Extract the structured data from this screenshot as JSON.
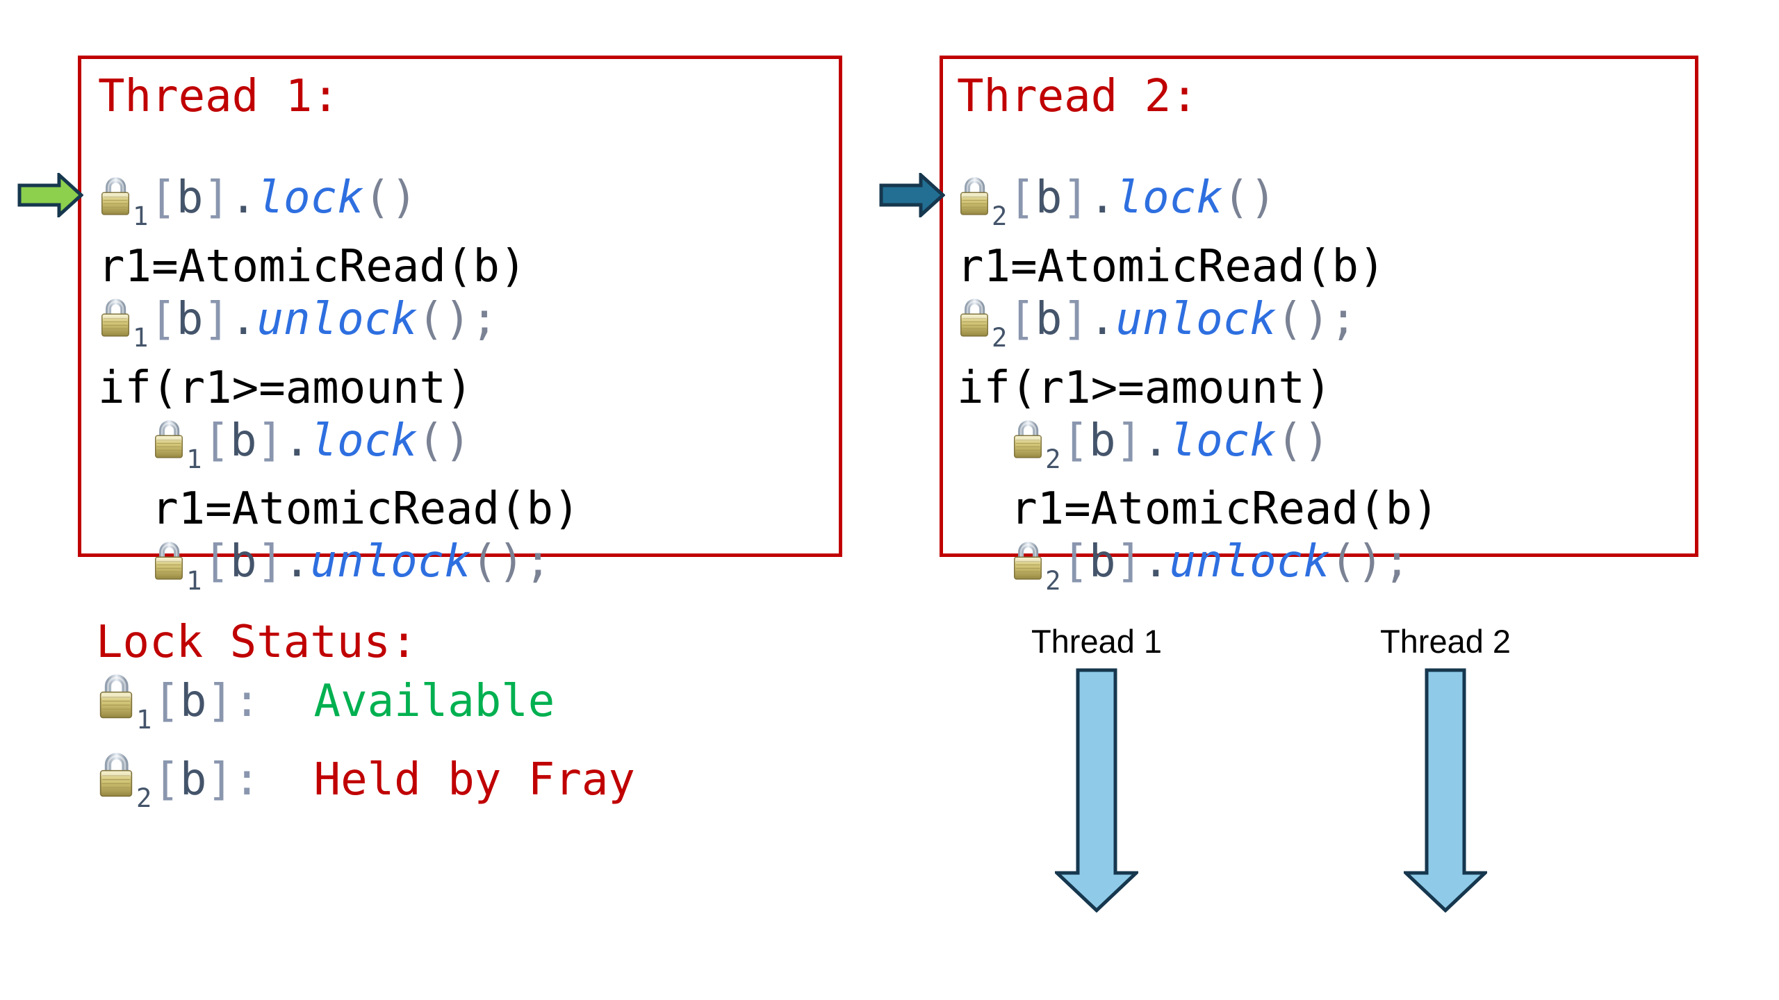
{
  "colors": {
    "box_border_red": "#C00000",
    "heading_red": "#C00000",
    "code_black": "#000000",
    "function_blue": "#2E6FE0",
    "bracket_slate": "#8A96AE",
    "variable_slate": "#44546A",
    "paren_gray": "#7A8294",
    "status_green": "#00B050",
    "status_red": "#C00000",
    "pointer_green_fill": "#8DD04D",
    "pointer_teal_fill": "#226F93",
    "timeline_arrow_blue": "#8FCBE8",
    "arrow_outline_navy": "#16374E",
    "lock_body_gold": "#CFC274",
    "lock_shackle_silver": "#C8D2DC"
  },
  "thread1": {
    "title": "Thread 1:",
    "lines": [
      [
        {
          "icon": "padlock",
          "sub": "1"
        },
        {
          "t": "[",
          "c": "br"
        },
        {
          "t": "b",
          "c": "va"
        },
        {
          "t": "]",
          "c": "br"
        },
        {
          "t": ".",
          "c": "va"
        },
        {
          "t": "lock",
          "c": "fn"
        },
        {
          "t": "()",
          "c": "pa"
        }
      ],
      [
        {
          "t": "r1=AtomicRead(b)",
          "c": "bk"
        }
      ],
      [
        {
          "icon": "padlock",
          "sub": "1"
        },
        {
          "t": "[",
          "c": "br"
        },
        {
          "t": "b",
          "c": "va"
        },
        {
          "t": "]",
          "c": "br"
        },
        {
          "t": ".",
          "c": "va"
        },
        {
          "t": "unlock",
          "c": "fn"
        },
        {
          "t": "();",
          "c": "pa"
        }
      ],
      [
        {
          "t": "if(r1>=amount)",
          "c": "bk"
        }
      ],
      [
        {
          "t": "  ",
          "c": "bk"
        },
        {
          "icon": "padlock",
          "sub": "1"
        },
        {
          "t": "[",
          "c": "br"
        },
        {
          "t": "b",
          "c": "va"
        },
        {
          "t": "]",
          "c": "br"
        },
        {
          "t": ".",
          "c": "va"
        },
        {
          "t": "lock",
          "c": "fn"
        },
        {
          "t": "()",
          "c": "pa"
        }
      ],
      [
        {
          "t": "  r1=AtomicRead(b)",
          "c": "bk"
        }
      ],
      [
        {
          "t": "  ",
          "c": "bk"
        },
        {
          "icon": "padlock",
          "sub": "1"
        },
        {
          "t": "[",
          "c": "br"
        },
        {
          "t": "b",
          "c": "va"
        },
        {
          "t": "]",
          "c": "br"
        },
        {
          "t": ".",
          "c": "va"
        },
        {
          "t": "unlock",
          "c": "fn"
        },
        {
          "t": "();",
          "c": "pa"
        }
      ]
    ]
  },
  "thread2": {
    "title": "Thread 2:",
    "lines": [
      [
        {
          "icon": "padlock",
          "sub": "2"
        },
        {
          "t": "[",
          "c": "br"
        },
        {
          "t": "b",
          "c": "va"
        },
        {
          "t": "]",
          "c": "br"
        },
        {
          "t": ".",
          "c": "va"
        },
        {
          "t": "lock",
          "c": "fn"
        },
        {
          "t": "()",
          "c": "pa"
        }
      ],
      [
        {
          "t": "r1=AtomicRead(b)",
          "c": "bk"
        }
      ],
      [
        {
          "icon": "padlock",
          "sub": "2"
        },
        {
          "t": "[",
          "c": "br"
        },
        {
          "t": "b",
          "c": "va"
        },
        {
          "t": "]",
          "c": "br"
        },
        {
          "t": ".",
          "c": "va"
        },
        {
          "t": "unlock",
          "c": "fn"
        },
        {
          "t": "();",
          "c": "pa"
        }
      ],
      [
        {
          "t": "if(r1>=amount)",
          "c": "bk"
        }
      ],
      [
        {
          "t": "  ",
          "c": "bk"
        },
        {
          "icon": "padlock",
          "sub": "2"
        },
        {
          "t": "[",
          "c": "br"
        },
        {
          "t": "b",
          "c": "va"
        },
        {
          "t": "]",
          "c": "br"
        },
        {
          "t": ".",
          "c": "va"
        },
        {
          "t": "lock",
          "c": "fn"
        },
        {
          "t": "()",
          "c": "pa"
        }
      ],
      [
        {
          "t": "  r1=AtomicRead(b)",
          "c": "bk"
        }
      ],
      [
        {
          "t": "  ",
          "c": "bk"
        },
        {
          "icon": "padlock",
          "sub": "2"
        },
        {
          "t": "[",
          "c": "br"
        },
        {
          "t": "b",
          "c": "va"
        },
        {
          "t": "]",
          "c": "br"
        },
        {
          "t": ".",
          "c": "va"
        },
        {
          "t": "unlock",
          "c": "fn"
        },
        {
          "t": "();",
          "c": "pa"
        }
      ]
    ]
  },
  "lock_status": {
    "title": "Lock Status:",
    "entries": [
      {
        "lock_sub": "1",
        "target": "[b]",
        "status": "Available",
        "segments": [
          {
            "icon": "padlock",
            "big": true,
            "sub": "1"
          },
          {
            "t": "[",
            "c": "br"
          },
          {
            "t": "b",
            "c": "va"
          },
          {
            "t": "]",
            "c": "br"
          },
          {
            "t": ": ",
            "c": "br"
          },
          {
            "t": " Available",
            "c": "gr"
          }
        ]
      },
      {
        "lock_sub": "2",
        "target": "[b]",
        "status": "Held by Fray",
        "segments": [
          {
            "icon": "padlock",
            "big": true,
            "sub": "2"
          },
          {
            "t": "[",
            "c": "br"
          },
          {
            "t": "b",
            "c": "va"
          },
          {
            "t": "]",
            "c": "br"
          },
          {
            "t": ": ",
            "c": "br"
          },
          {
            "t": " Held by Fray",
            "c": "rd"
          }
        ]
      }
    ]
  },
  "timeline": {
    "thread1_label": "Thread 1",
    "thread2_label": "Thread 2"
  }
}
